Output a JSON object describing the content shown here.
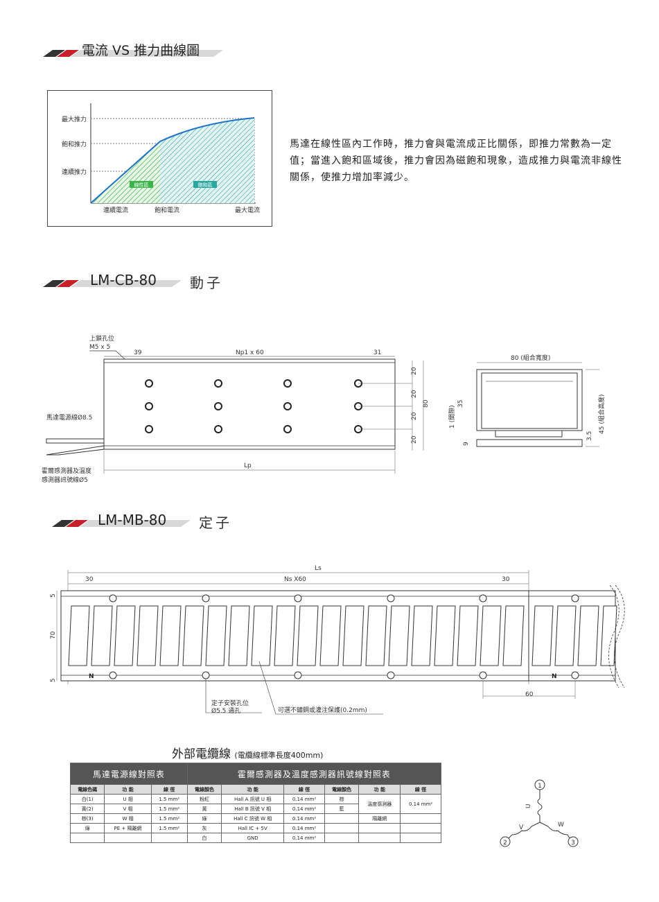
{
  "sections": {
    "curve": {
      "title": "電流 VS 推力曲線圖"
    },
    "mover": {
      "model": "LM-CB-80",
      "label": "動子"
    },
    "stator": {
      "model": "LM-MB-80",
      "label": "定子"
    }
  },
  "curve_chart": {
    "y_labels": [
      "最大推力",
      "飽和推力",
      "連續推力"
    ],
    "x_labels": [
      "連續電流",
      "飽和電流",
      "最大電流"
    ],
    "regions": [
      "線性區",
      "飽和區"
    ],
    "colors": {
      "linear": "#3bb44a",
      "saturation": "#2aa8a0",
      "curve": "#1e73c8"
    }
  },
  "description": "馬達在線性區內工作時，推力會與電流成正比關係，即推力常數為一定值；當進入飽和區域後，推力會因為磁飽和現象，造成推力與電流非線性關係，使推力增加率減少。",
  "mover_drawing": {
    "lock_hole": "上鎖孔位",
    "lock_spec": "M5 x 5",
    "dim_left": "39",
    "dim_pitch": "Np1 x 60",
    "dim_right": "31",
    "power_cable": "馬達電源線Ø8.5",
    "sensor_cable_1": "霍爾感測器及溫度",
    "sensor_cable_2": "感測器訊號線Ø5",
    "lp": "Lp",
    "dims_v": [
      "20",
      "20",
      "20",
      "20",
      "80"
    ],
    "width_label": "80 (組合寬度)",
    "height_label": "45 (組合高度)",
    "d35": "35",
    "gap": "1 (間隙)",
    "d9": "9",
    "d35b": "3.5"
  },
  "stator_drawing": {
    "ls": "Ls",
    "d30a": "30",
    "pitch": "Ns X60",
    "d30b": "30",
    "d5a": "5",
    "d70": "70",
    "d5b": "5",
    "d60": "60",
    "n": "N",
    "mount_1": "定子安裝孔位",
    "mount_2": "Ø5.5 通孔",
    "protect": "可選不鏽鋼或灌注保護(0.2mm)"
  },
  "cable": {
    "title": "外部電纜線",
    "note": "(電纜線標準長度400mm)",
    "power_header": "馬達電源線對照表",
    "sensor_header": "霍爾感測器及溫度感測器訊號線對照表",
    "cols": [
      "電線色碼",
      "功 能",
      "線 徑",
      "電線顏色",
      "功 能",
      "線 徑",
      "電線顏色",
      "功 能",
      "線 徑"
    ],
    "power_rows": [
      [
        "白(1)",
        "U 相",
        "1.5 mm²"
      ],
      [
        "黃(2)",
        "V 相",
        "1.5 mm²"
      ],
      [
        "棕(3)",
        "W 相",
        "1.5 mm²"
      ],
      [
        "綠",
        "PE + 隔離網",
        "1.5 mm²"
      ],
      [
        "",
        "",
        ""
      ]
    ],
    "sensor_rows": [
      [
        "粉紅",
        "Hall A 訊號 U 相",
        "0.14 mm²"
      ],
      [
        "黃",
        "Hall B 訊號 V 相",
        "0.14 mm²"
      ],
      [
        "綠",
        "Hall C 訊號 W 相",
        "0.14 mm²"
      ],
      [
        "灰",
        "Hall IC + 5V",
        "0.14 mm²"
      ],
      [
        "白",
        "GND",
        "0.14 mm²"
      ]
    ],
    "temp_colors": [
      "棕",
      "藍"
    ],
    "temp_func": "溫度感測器",
    "temp_size": "0.14 mm²",
    "shield": "隔離網"
  },
  "wiring": {
    "n1": "1",
    "n2": "2",
    "n3": "3",
    "u": "U",
    "v": "V",
    "w": "W"
  }
}
